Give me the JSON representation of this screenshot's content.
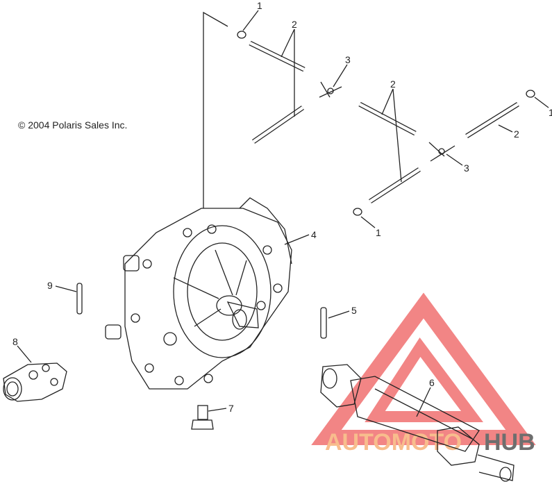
{
  "copyright": "© 2004 Polaris Sales Inc.",
  "callouts": [
    "1",
    "2",
    "3",
    "1",
    "2",
    "3",
    "2",
    "1",
    "4",
    "9",
    "5",
    "8",
    "6",
    "7"
  ],
  "watermark": {
    "auto": "AUTOMOTO",
    "hub": "HUB",
    "color_red": "#f07070",
    "color_orange": "#f7b27a",
    "color_dark": "#555555"
  },
  "colors": {
    "line": "#222222",
    "background": "#ffffff"
  }
}
